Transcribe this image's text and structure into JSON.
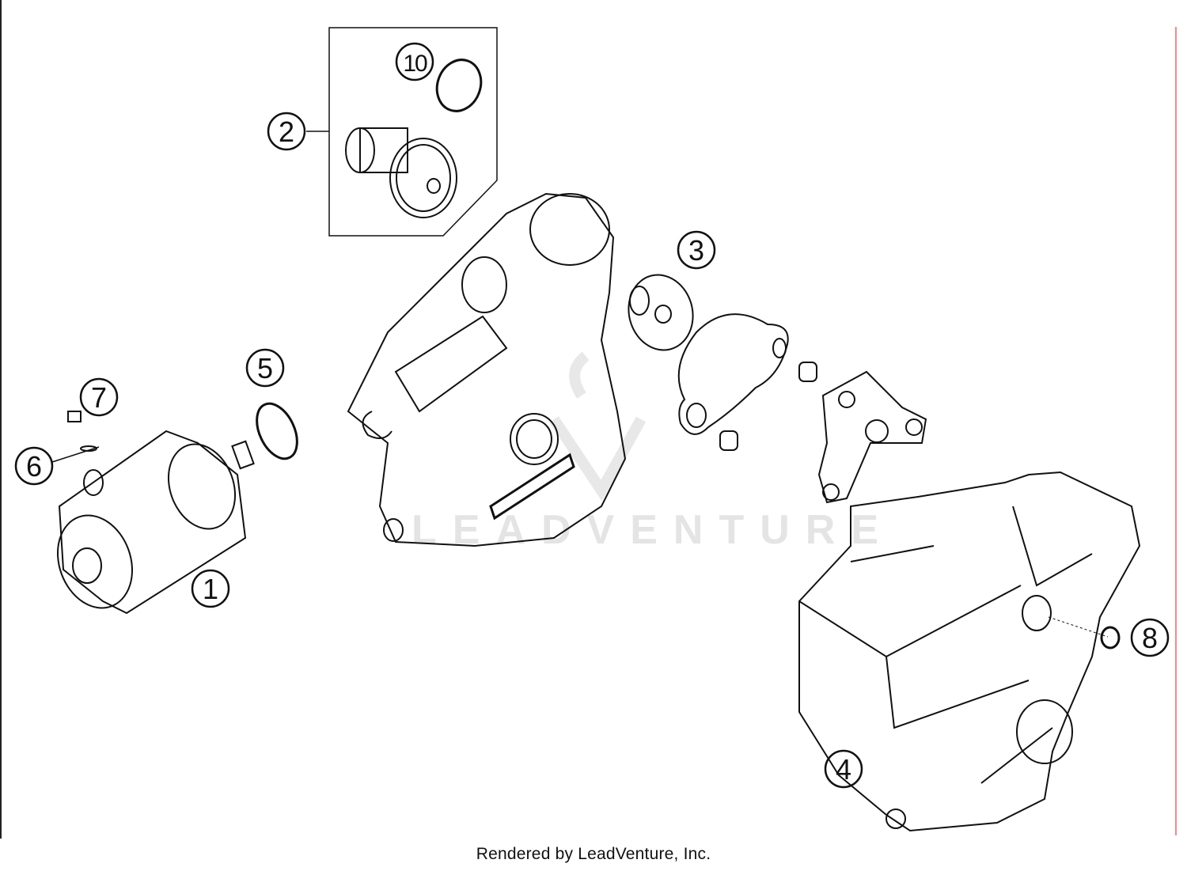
{
  "diagram": {
    "callouts": [
      {
        "id": "1",
        "label": "1"
      },
      {
        "id": "2",
        "label": "2"
      },
      {
        "id": "3",
        "label": "3"
      },
      {
        "id": "4",
        "label": "4"
      },
      {
        "id": "5",
        "label": "5"
      },
      {
        "id": "6",
        "label": "6"
      },
      {
        "id": "7",
        "label": "7"
      },
      {
        "id": "8",
        "label": "8"
      },
      {
        "id": "10",
        "label": "10"
      }
    ],
    "watermark": "LEADVENTURE",
    "accent_line_color": "#f08a8a"
  },
  "footer": {
    "text": "Rendered by LeadVenture, Inc."
  }
}
